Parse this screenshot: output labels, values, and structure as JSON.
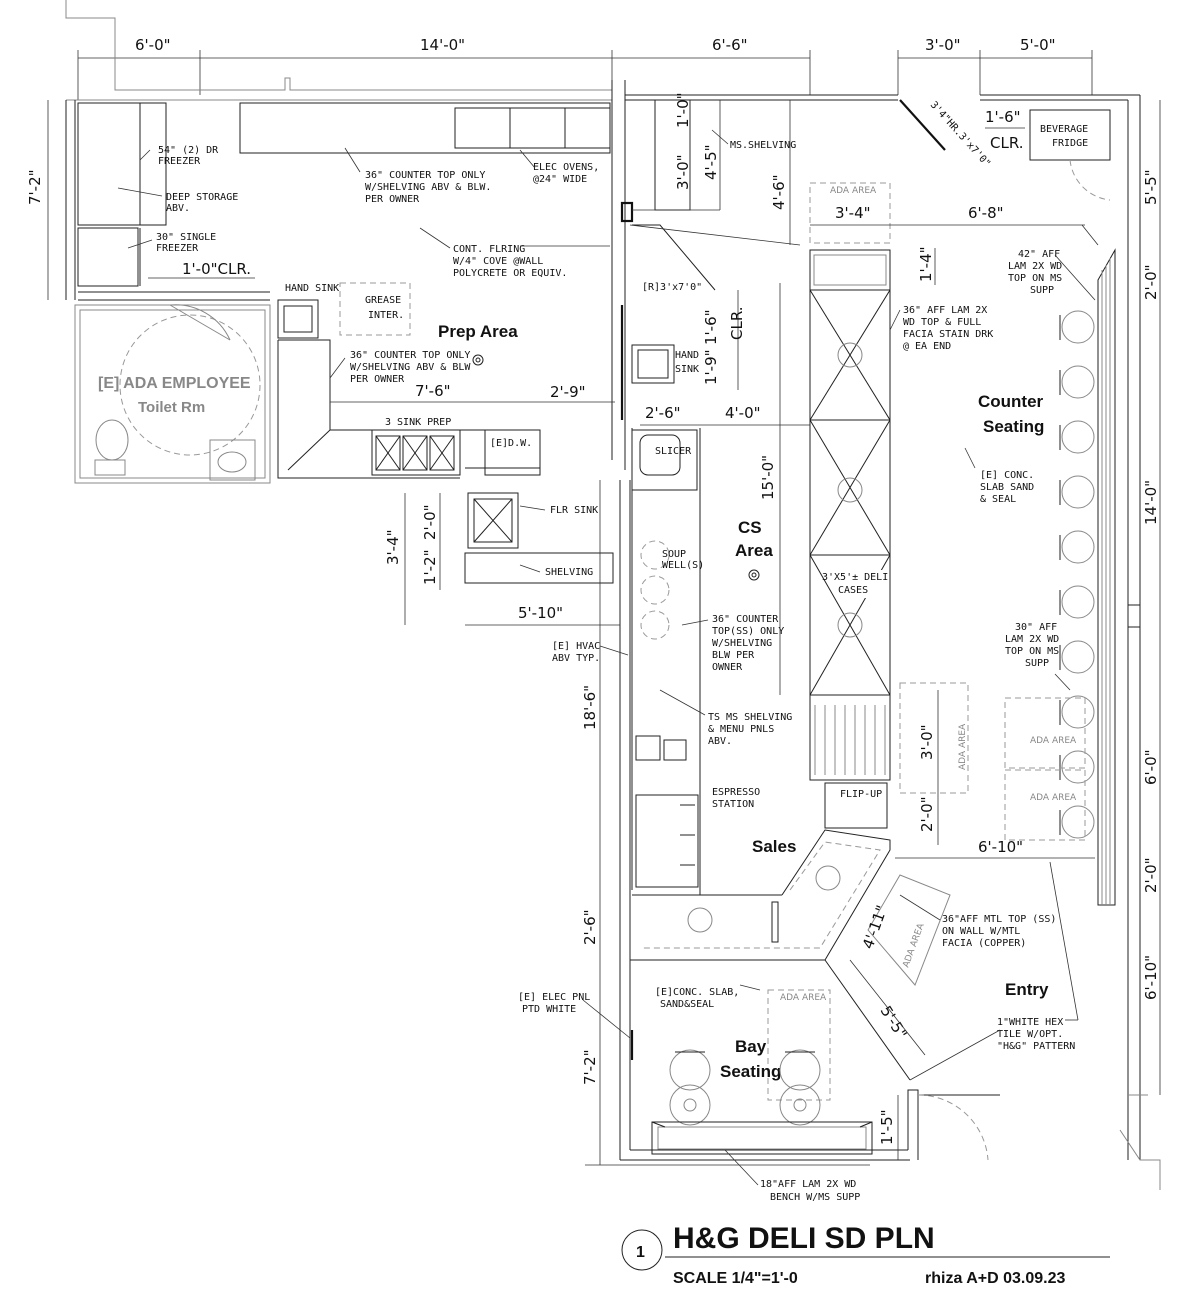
{
  "dimensions": {
    "top": [
      "6'-0\"",
      "14'-0\"",
      "6'-6\"",
      "3'-0\"",
      "5'-0\""
    ],
    "left_7_2_top": "7'-2\"",
    "clr_1_0": "1'-0\"CLR.",
    "d_1_0": "1'-0\"",
    "d_3_0": "3'-0\"",
    "d_4_5": "4'-5\"",
    "d_4_6": "4'-6\"",
    "d_1_6": "1'-6\"",
    "clr": "CLR.",
    "door": "3'4\"HR.3'x7'0\"",
    "d_5_5_right": "5'-5\"",
    "d_3_4": "3'-4\"",
    "d_6_8": "6'-8\"",
    "d_1_4": "1'-4\"",
    "d_2_0_a": "2'-0\"",
    "rclr": "[R]3'x7'0\"",
    "d_1_6b": "1'-6\"",
    "d_1_9": "1'-9\"",
    "clr_v": "CLR.",
    "d_7_6": "7'-6\"",
    "d_2_9": "2'-9\"",
    "d_2_6": "2'-6\"",
    "d_4_0": "4'-0\"",
    "d_15_0": "15'-0\"",
    "d_14_0": "14'-0\"",
    "d_3_4b": "3'-4\"",
    "d_2_0b": "2'-0\"",
    "d_1_2": "1'-2\"",
    "d_5_10": "5'-10\"",
    "d_18_6": "18'-6\"",
    "d_3_0b": "3'-0\"",
    "d_2_0c": "2'-0\"",
    "d_6_0": "6'-0\"",
    "d_6_10": "6'-10\"",
    "d_2_0d": "2'-0\"",
    "d_2_6b": "2'-6\"",
    "d_4_11": "4'-11\"",
    "d_5_5": "5'-5\"",
    "d_6_10b": "6'-10\"",
    "d_7_2b": "7'-2\"",
    "d_1_5": "1'-5\""
  },
  "notes": {
    "freezer": [
      "54\" (2) DR",
      "FREEZER"
    ],
    "deep": [
      "DEEP STORAGE",
      "ABV."
    ],
    "single_freezer": [
      "30\" SINGLE",
      "FREEZER"
    ],
    "counter36": [
      "36\" COUNTER TOP ONLY",
      "W/SHELVING ABV & BLW.",
      "PER OWNER"
    ],
    "ovens": [
      "ELEC OVENS,",
      "@24\" WIDE"
    ],
    "ms_shelving": "MS.SHELVING",
    "beverage": [
      "BEVERAGE",
      "FRIDGE"
    ],
    "flring": [
      "CONT. FLRING",
      "W/4\" COVE @WALL",
      "POLYCRETE OR EQUIV."
    ],
    "hand_sink": "HAND SINK",
    "grease": [
      "GREASE",
      "INTER."
    ],
    "counter36b": [
      "36\" COUNTER TOP ONLY",
      "W/SHELVING ABV & BLW",
      "PER OWNER"
    ],
    "three_sink": "3 SINK PREP",
    "dw": "[E]D.W.",
    "flr_sink": "FLR SINK",
    "shelving": "SHELVING",
    "hand_sink2": [
      "HAND",
      "SINK"
    ],
    "slicer": "SLICER",
    "soup": [
      "SOUP",
      "WELL(S)"
    ],
    "counter_ss": [
      "36\" COUNTER",
      "TOP(SS) ONLY",
      "W/SHELVING",
      "BLW PER",
      "OWNER"
    ],
    "hvac": [
      "[E] HVAC",
      "ABV TYP."
    ],
    "ts_ms": [
      "TS MS SHELVING",
      "& MENU PNLS",
      "ABV."
    ],
    "espresso": [
      "ESPRESSO",
      "STATION"
    ],
    "deli_cases": [
      "3'X5'± DELI",
      "CASES"
    ],
    "lam42": [
      "42\" AFF",
      "LAM 2X WD",
      "TOP ON MS",
      "SUPP"
    ],
    "lam36": [
      "36\" AFF LAM 2X",
      "WD TOP & FULL",
      "FACIA STAIN DRK",
      "@ EA END"
    ],
    "conc_slab": [
      "[E] CONC.",
      "SLAB SAND",
      "& SEAL"
    ],
    "lam30": [
      "30\" AFF",
      "LAM 2X WD",
      "TOP ON MS",
      "SUPP"
    ],
    "flip_up": "FLIP-UP",
    "mtl_top": [
      "36\"AFF MTL TOP (SS)",
      "ON WALL W/MTL",
      "FACIA (COPPER)"
    ],
    "hex": [
      "1\"WHITE HEX",
      "TILE W/OPT.",
      "\"H&G\" PATTERN"
    ],
    "elec_pnl": [
      "[E] ELEC PNL",
      "PTD WHITE"
    ],
    "conc_slab2": [
      "[E]CONC. SLAB,",
      "SAND&SEAL"
    ],
    "bench": [
      "18\"AFF LAM 2X WD",
      "BENCH W/MS SUPP"
    ],
    "ada_area": "ADA AREA"
  },
  "rooms": {
    "toilet": [
      "[E] ADA EMPLOYEE",
      "Toilet Rm"
    ],
    "prep": "Prep Area",
    "cs": [
      "CS",
      "Area"
    ],
    "counter_seating": [
      "Counter",
      "Seating"
    ],
    "sales": "Sales",
    "entry": "Entry",
    "bay": [
      "Bay",
      "Seating"
    ]
  },
  "title_block": {
    "number": "1",
    "title": "H&G DELI SD PLN",
    "scale": "SCALE 1/4\"=1'-0",
    "credit": "rhiza A+D 03.09.23"
  }
}
